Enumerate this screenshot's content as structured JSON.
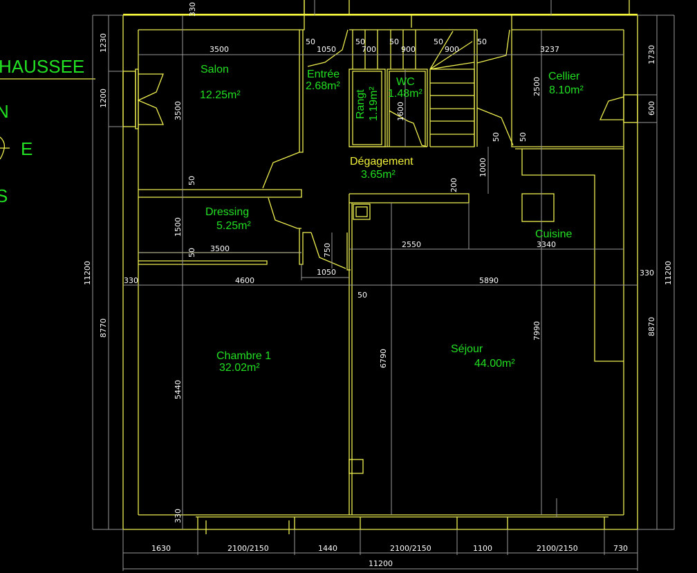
{
  "title": {
    "text": "HAUSSEE"
  },
  "compass": {
    "north": "N",
    "east": "E",
    "south": "S"
  },
  "rooms": [
    {
      "name": "Salon",
      "area": "12.25m²"
    },
    {
      "name": "Entrée",
      "area": "2.68m²"
    },
    {
      "name": "Rangt",
      "area": "1.19m²"
    },
    {
      "name": "WC",
      "area": "1.48m²"
    },
    {
      "name": "Cellier",
      "area": "8.10m²"
    },
    {
      "name": "Dégagement",
      "area": "3.65m²"
    },
    {
      "name": "Dressing",
      "area": "5.25m²"
    },
    {
      "name": "Cuisine",
      "area": ""
    },
    {
      "name": "Chambre 1",
      "area": "32.02m²"
    },
    {
      "name": "Séjour",
      "area": "44.00m²"
    }
  ],
  "dimensions": {
    "top_row": [
      "3500",
      "50",
      "1050",
      "50",
      "700",
      "50",
      "900",
      "50",
      "900",
      "50",
      "3237"
    ],
    "top_330": "330",
    "left_outer": [
      "1230",
      "1200",
      "11200",
      "8770"
    ],
    "left_inner": [
      "3500",
      "50",
      "1500",
      "50",
      "5440",
      "330"
    ],
    "dressing_row": [
      "3500"
    ],
    "mid_row": [
      "330",
      "4600",
      "5890",
      "330"
    ],
    "passage": [
      "750",
      "1050",
      "50"
    ],
    "degagement": [
      "1000",
      "200",
      "50",
      "50",
      "1600"
    ],
    "kitchen_row": [
      "2550",
      "3340"
    ],
    "cellier": [
      "2500"
    ],
    "sejour_vertical": [
      "6790",
      "7990"
    ],
    "right_outer": [
      "1730",
      "600",
      "11200",
      "8870"
    ],
    "bottom_row": [
      "1630",
      "2100/2150",
      "1440",
      "2100/2150",
      "1100",
      "2100/2150",
      "730"
    ],
    "bottom_total": "11200"
  }
}
